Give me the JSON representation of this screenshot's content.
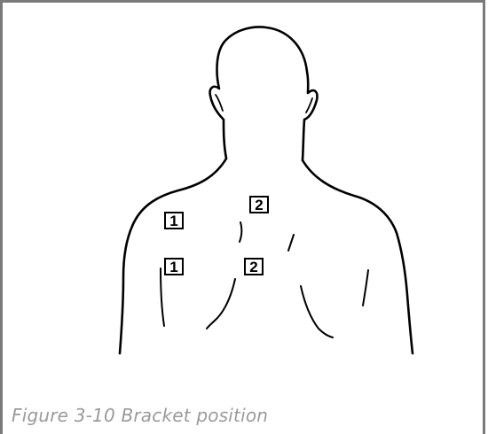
{
  "figure": {
    "caption": "Figure 3-10 Bracket position",
    "illustration": "human-back-outline",
    "markers": [
      {
        "label": "1",
        "name": "marker-1-upper-left"
      },
      {
        "label": "1",
        "name": "marker-1-lower-left"
      },
      {
        "label": "2",
        "name": "marker-2-upper-center"
      },
      {
        "label": "2",
        "name": "marker-2-lower-center"
      }
    ]
  }
}
